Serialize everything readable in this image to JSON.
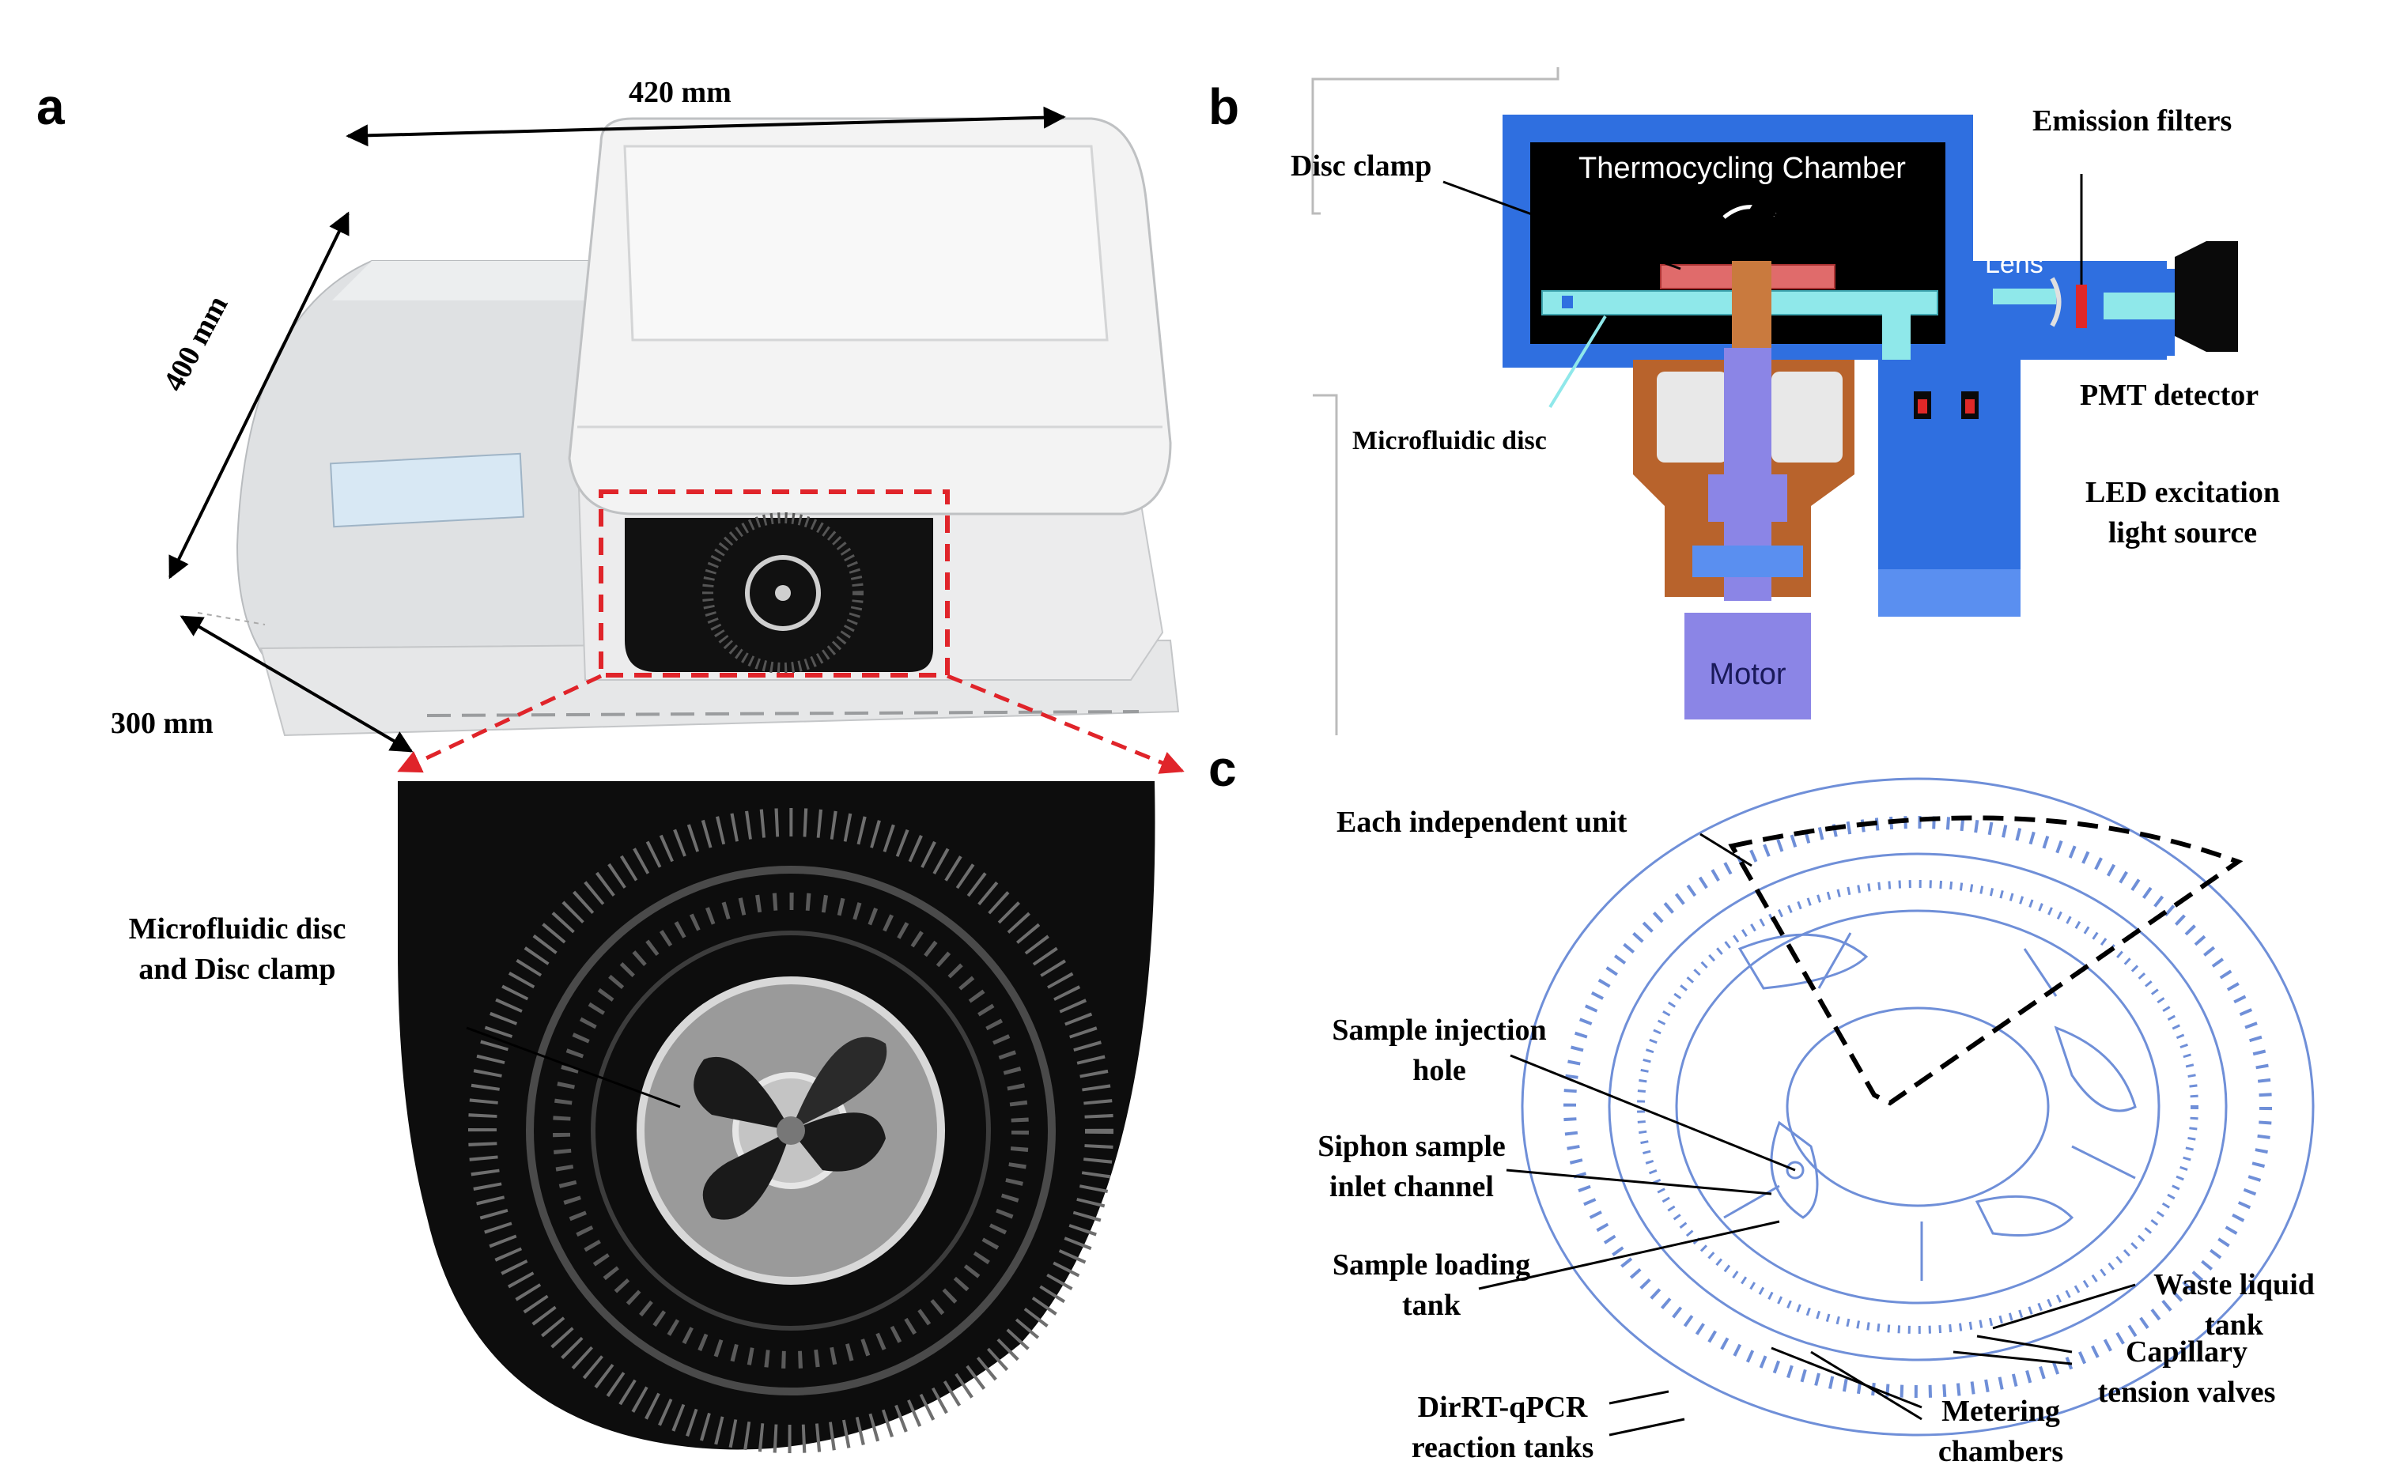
{
  "panels": {
    "a": "a",
    "b": "b",
    "c": "c"
  },
  "panel_a": {
    "dim_width": "420 mm",
    "dim_depth": "400 mm",
    "dim_height": "300 mm",
    "zoom_label_line1": "Microfluidic disc",
    "zoom_label_line2": "and Disc clamp"
  },
  "panel_b": {
    "chamber_title": "Thermocycling Chamber",
    "disc_clamp": "Disc clamp",
    "emission_filters": "Emission filters",
    "lens": "Lens",
    "pmt_detector": "PMT detector",
    "microfluidic_disc": "Microfluidic disc",
    "led_line1": "LED excitation",
    "led_line2": "light source",
    "motor": "Motor"
  },
  "panel_c": {
    "each_unit": "Each independent unit",
    "sample_injection_1": "Sample injection",
    "sample_injection_2": "hole",
    "siphon_1": "Siphon sample",
    "siphon_2": "inlet channel",
    "loading_1": "Sample loading",
    "loading_2": "tank",
    "waste_1": "Waste liquid",
    "waste_2": "tank",
    "capillary_1": "Capillary",
    "capillary_2": "tension valves",
    "dirrt_1": "DirRT-qPCR",
    "dirrt_2": "reaction tanks",
    "metering_1": "Metering",
    "metering_2": "chambers"
  },
  "colors": {
    "instrument_blue": "#2f6fe0",
    "chamber_black": "#000000",
    "motor_purple": "#8b85e6",
    "copper": "#b8632c",
    "disc_cyan": "#8fe8ea",
    "diagram_line_blue": "#6f8fd8",
    "dashed_red": "#e0242a"
  }
}
